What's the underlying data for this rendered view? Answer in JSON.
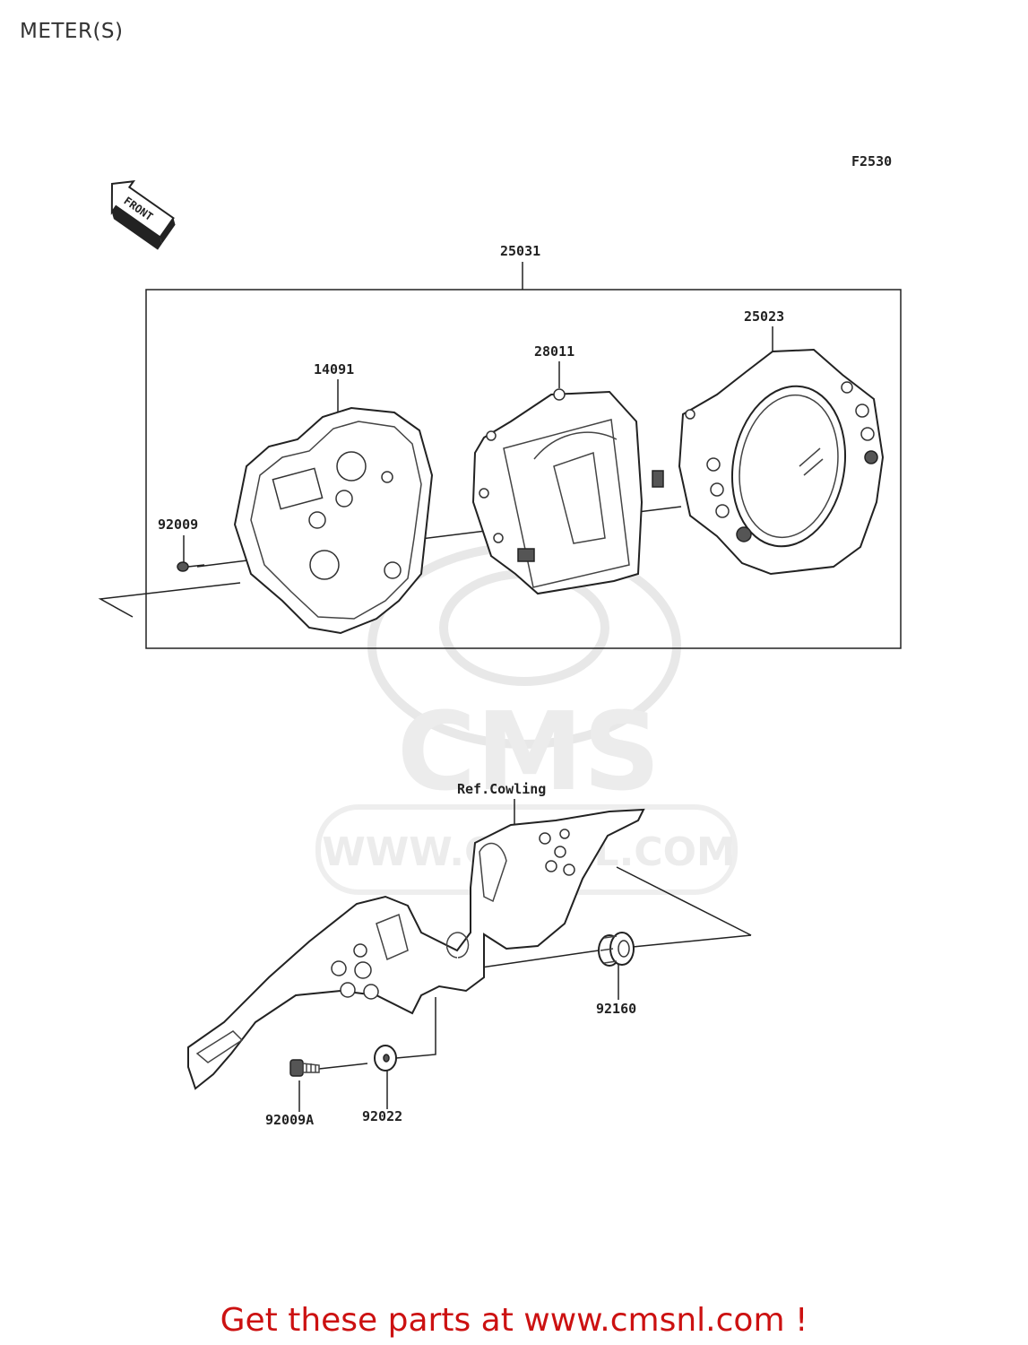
{
  "page": {
    "title": "METER(S)",
    "figure_code": "F2530",
    "front_label": "FRONT",
    "reference_note": "Ref.Cowling",
    "watermark": "CMS",
    "watermark_url": "WWW.CMSNL.COM",
    "cta": "Get these parts at www.cmsnl.com !"
  },
  "parts": [
    {
      "number": "25031",
      "description": ""
    },
    {
      "number": "25023",
      "description": ""
    },
    {
      "number": "28011",
      "description": ""
    },
    {
      "number": "14091",
      "description": ""
    },
    {
      "number": "92009",
      "description": ""
    },
    {
      "number": "92160",
      "description": ""
    },
    {
      "number": "92009A",
      "description": ""
    },
    {
      "number": "92022",
      "description": ""
    }
  ],
  "colors": {
    "cta": "#cc1111",
    "line": "#222222",
    "watermark": "#e8e8e8"
  }
}
